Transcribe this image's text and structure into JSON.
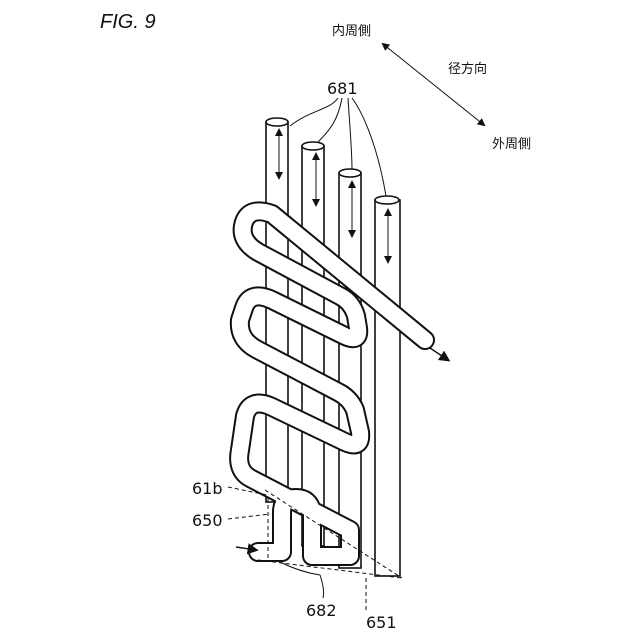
{
  "figure": {
    "title": "FIG. 9"
  },
  "direction": {
    "inner_label": "内周側",
    "axis_label": "径方向",
    "outer_label": "外周側"
  },
  "labels": {
    "rods": "681",
    "terminal": "61b",
    "coil": "650",
    "base": "682",
    "edge": "651"
  }
}
